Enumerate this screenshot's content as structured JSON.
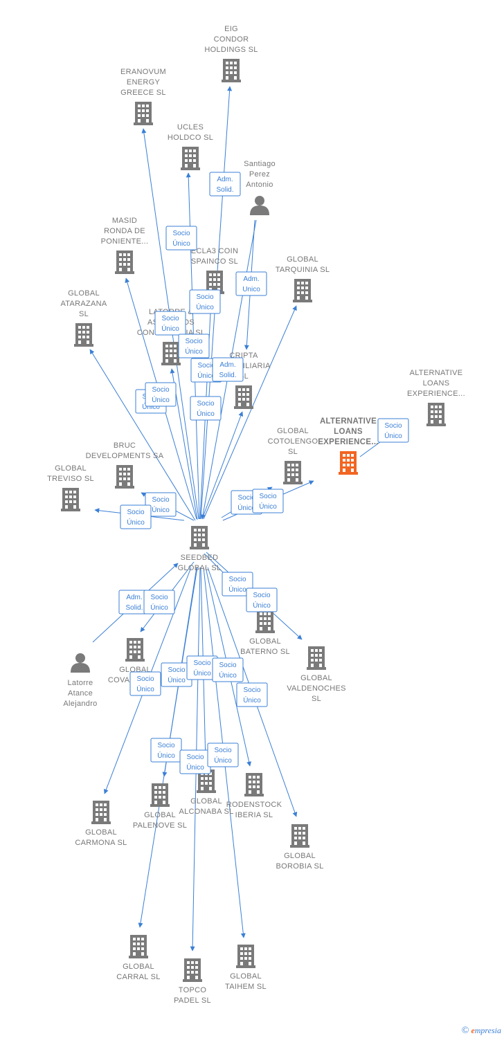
{
  "colors": {
    "edge": "#3a7fd6",
    "building": "#7a7a7a",
    "focus": "#f26522",
    "label": "#777777"
  },
  "nodes": [
    {
      "id": "eig",
      "type": "company",
      "label": [
        "EIG",
        "CONDOR",
        "HOLDINGS  SL"
      ]
    },
    {
      "id": "eranovum",
      "type": "company",
      "label": [
        "ERANOVUM",
        "ENERGY",
        "GREECE  SL"
      ]
    },
    {
      "id": "ucles",
      "type": "company",
      "label": [
        "UCLES",
        "HOLDCO  SL"
      ]
    },
    {
      "id": "santiago",
      "type": "person",
      "label": [
        "Santiago",
        "Perez",
        "Antonio"
      ]
    },
    {
      "id": "masid",
      "type": "company",
      "label": [
        "MASID",
        "RONDA DE",
        "PONIENTE..."
      ]
    },
    {
      "id": "ecla3",
      "type": "company",
      "label": [
        "ECLA3 COIN",
        "SPAINCO  SL"
      ]
    },
    {
      "id": "tarquinia",
      "type": "company",
      "label": [
        "GLOBAL",
        "TARQUINIA  SL"
      ]
    },
    {
      "id": "atarazana",
      "type": "company",
      "label": [
        "GLOBAL",
        "ATARAZANA",
        "SL"
      ]
    },
    {
      "id": "latorre_asoc",
      "type": "company",
      "label": [
        "LATORRE &",
        "ASOCIADOS",
        "CONSULTORIA SL"
      ]
    },
    {
      "id": "cripta",
      "type": "company",
      "label": [
        "CRIPTA",
        "INMOBILIARIA",
        "SL"
      ]
    },
    {
      "id": "alt2",
      "type": "company",
      "label": [
        "ALTERNATIVE",
        "LOANS",
        "EXPERIENCE..."
      ]
    },
    {
      "id": "alt_focus",
      "type": "focus",
      "label": [
        "ALTERNATIVE",
        "LOANS",
        "EXPERIENCE..."
      ]
    },
    {
      "id": "cotolengo",
      "type": "company",
      "label": [
        "GLOBAL",
        "COTOLENGO",
        "SL"
      ]
    },
    {
      "id": "bruc",
      "type": "company",
      "label": [
        "BRUC",
        "DEVELOPMENTS SA"
      ]
    },
    {
      "id": "treviso",
      "type": "company",
      "label": [
        "GLOBAL",
        "TREVISO  SL"
      ]
    },
    {
      "id": "seedbed",
      "type": "company",
      "label": [
        "SEEDBED",
        "GLOBAL  SL"
      ]
    },
    {
      "id": "baterno",
      "type": "company",
      "label": [
        "GLOBAL",
        "BATERNO  SL"
      ]
    },
    {
      "id": "valdenoches",
      "type": "company",
      "label": [
        "GLOBAL",
        "VALDENOCHES",
        "SL"
      ]
    },
    {
      "id": "latorre_p",
      "type": "person",
      "label": [
        "Latorre",
        "Atance",
        "Alejandro"
      ]
    },
    {
      "id": "coval",
      "type": "company",
      "label": [
        "GLOBAL",
        "COVALEDA SL"
      ]
    },
    {
      "id": "carmona",
      "type": "company",
      "label": [
        "GLOBAL",
        "CARMONA  SL"
      ]
    },
    {
      "id": "palenove",
      "type": "company",
      "label": [
        "GLOBAL",
        "PALENOVE  SL"
      ]
    },
    {
      "id": "alconaba",
      "type": "company",
      "label": [
        "GLOBAL",
        "ALCONABA  SL"
      ]
    },
    {
      "id": "rodenstock",
      "type": "company",
      "label": [
        "RODENSTOCK",
        "IBERIA  SL"
      ]
    },
    {
      "id": "borobia",
      "type": "company",
      "label": [
        "GLOBAL",
        "BOROBIA  SL"
      ]
    },
    {
      "id": "carral",
      "type": "company",
      "label": [
        "GLOBAL",
        "CARRAL  SL"
      ]
    },
    {
      "id": "topco",
      "type": "company",
      "label": [
        "TOPCO",
        "PADEL  SL"
      ]
    },
    {
      "id": "taihem",
      "type": "company",
      "label": [
        "GLOBAL",
        "TAIHEM SL"
      ]
    }
  ],
  "edges": [
    {
      "from": "seedbed",
      "to": "eig",
      "label": [
        "Adm.",
        "Solid."
      ]
    },
    {
      "from": "seedbed",
      "to": "eranovum",
      "label": [
        "Socio",
        "Único"
      ]
    },
    {
      "from": "seedbed",
      "to": "ucles",
      "label": [
        "Socio",
        "Único"
      ]
    },
    {
      "from": "santiago",
      "to": "seedbed",
      "label": [
        "Adm.",
        "Unico"
      ]
    },
    {
      "from": "seedbed",
      "to": "masid",
      "label": [
        "Socio",
        "Único"
      ]
    },
    {
      "from": "seedbed",
      "to": "ecla3",
      "label": [
        "Socio",
        "Único"
      ]
    },
    {
      "from": "seedbed",
      "to": "tarquinia",
      "label": [
        "Socio",
        "Único"
      ]
    },
    {
      "from": "seedbed",
      "to": "atarazana",
      "label": [
        "Socio",
        "Único"
      ]
    },
    {
      "from": "seedbed",
      "to": "latorre_asoc",
      "label": [
        "Socio",
        "Único"
      ]
    },
    {
      "from": "santiago",
      "to": "cripta",
      "label": [
        "Adm.",
        "Solid."
      ]
    },
    {
      "from": "seedbed",
      "to": "cripta",
      "label": [
        "Socio",
        "Único"
      ]
    },
    {
      "from": "alt_focus",
      "to": "alt2",
      "label": [
        "Socio",
        "Único"
      ]
    },
    {
      "from": "seedbed",
      "to": "cotolengo",
      "label": [
        "Socio",
        "Único"
      ]
    },
    {
      "from": "seedbed",
      "to": "alt_focus",
      "label": [
        "Socio",
        "Único"
      ]
    },
    {
      "from": "seedbed",
      "to": "bruc",
      "label": [
        "Socio",
        "Único"
      ]
    },
    {
      "from": "seedbed",
      "to": "treviso",
      "label": [
        "Socio",
        "Único"
      ]
    },
    {
      "from": "seedbed",
      "to": "baterno",
      "label": [
        "Socio",
        "Único"
      ]
    },
    {
      "from": "seedbed",
      "to": "valdenoches",
      "label": [
        "Socio",
        "Único"
      ]
    },
    {
      "from": "latorre_p",
      "to": "seedbed",
      "label": [
        "Adm.",
        "Solid."
      ]
    },
    {
      "from": "seedbed",
      "to": "coval",
      "label": [
        "Socio",
        "Único"
      ]
    },
    {
      "from": "seedbed",
      "to": "carmona",
      "label": [
        "Socio",
        "Único"
      ]
    },
    {
      "from": "seedbed",
      "to": "palenove",
      "label": [
        "Socio",
        "Único"
      ]
    },
    {
      "from": "seedbed",
      "to": "alconaba",
      "label": [
        "Socio",
        "Único"
      ]
    },
    {
      "from": "seedbed",
      "to": "rodenstock",
      "label": [
        "Socio",
        "Único"
      ]
    },
    {
      "from": "seedbed",
      "to": "borobia",
      "label": [
        "Socio",
        "Único"
      ]
    },
    {
      "from": "seedbed",
      "to": "carral",
      "label": [
        "Socio",
        "Único"
      ]
    },
    {
      "from": "seedbed",
      "to": "topco",
      "label": [
        "Socio",
        "Único"
      ]
    },
    {
      "from": "seedbed",
      "to": "taihem",
      "label": [
        "Socio",
        "Único"
      ]
    }
  ],
  "footer": {
    "copyright": "©",
    "brand_initial": "e",
    "brand_rest": "mpresia"
  }
}
